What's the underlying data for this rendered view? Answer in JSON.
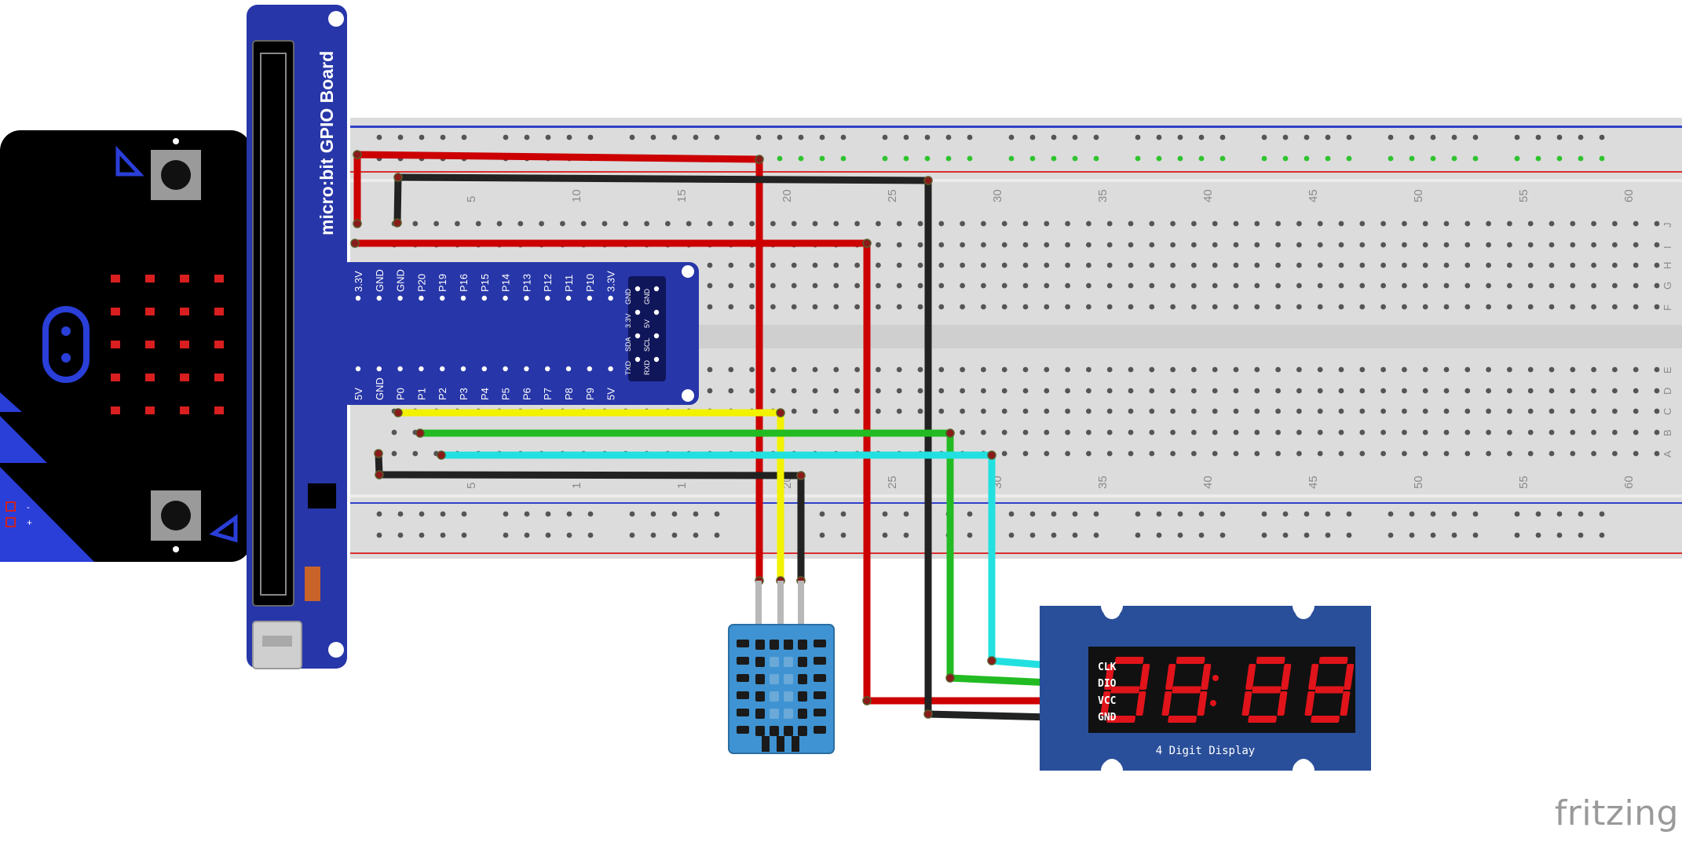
{
  "microbit": {
    "board_title": "micro:bit GPIO Board",
    "top_pins": [
      "3.3V",
      "GND",
      "GND",
      "P20",
      "P19",
      "P16",
      "P15",
      "P14",
      "P13",
      "P12",
      "P11",
      "P10",
      "3.3V"
    ],
    "bottom_pins": [
      "5V",
      "GND",
      "P0",
      "P1",
      "P2",
      "P3",
      "P4",
      "P5",
      "P6",
      "P7",
      "P8",
      "P9",
      "5V"
    ],
    "side_header_pins": [
      "GND",
      "3.3V",
      "SDA",
      "TXD",
      "GND",
      "5V",
      "SCL",
      "RXD"
    ],
    "battery_marks": [
      "-",
      "+"
    ]
  },
  "breadboard": {
    "column_numbers_top": [
      "5",
      "10",
      "15",
      "20",
      "25",
      "30",
      "35",
      "40",
      "45",
      "50",
      "55",
      "60"
    ],
    "column_numbers_bottom": [
      "5",
      "1",
      "1",
      "20",
      "25",
      "30",
      "35",
      "40",
      "45",
      "50",
      "55",
      "60"
    ],
    "row_letters_top": [
      "J",
      "I",
      "H",
      "G",
      "F"
    ],
    "row_letters_bottom": [
      "E",
      "D",
      "C",
      "B",
      "A"
    ]
  },
  "display_module": {
    "pin_labels": [
      "CLK",
      "DIO",
      "VCC",
      "GND"
    ],
    "title": "4 Digit Display",
    "digits_shown": "88:88",
    "segment_color": "#e0141a"
  },
  "sensor": {
    "name": "DHT11",
    "body_color": "#3f93d2"
  },
  "wires": [
    {
      "name": "red-vcc-wire",
      "color": "#cc0000"
    },
    {
      "name": "black-gnd-wire",
      "color": "#222222"
    },
    {
      "name": "yellow-data-wire",
      "color": "#f2f200"
    },
    {
      "name": "green-dio-wire",
      "color": "#22bb22"
    },
    {
      "name": "cyan-clk-wire",
      "color": "#22e0e0"
    }
  ],
  "watermark": "fritzing",
  "colors": {
    "board_blue": "#2736a8",
    "breadboard_gray": "#dcdcdc",
    "rail_red": "#d93030",
    "rail_blue": "#3040c8"
  }
}
